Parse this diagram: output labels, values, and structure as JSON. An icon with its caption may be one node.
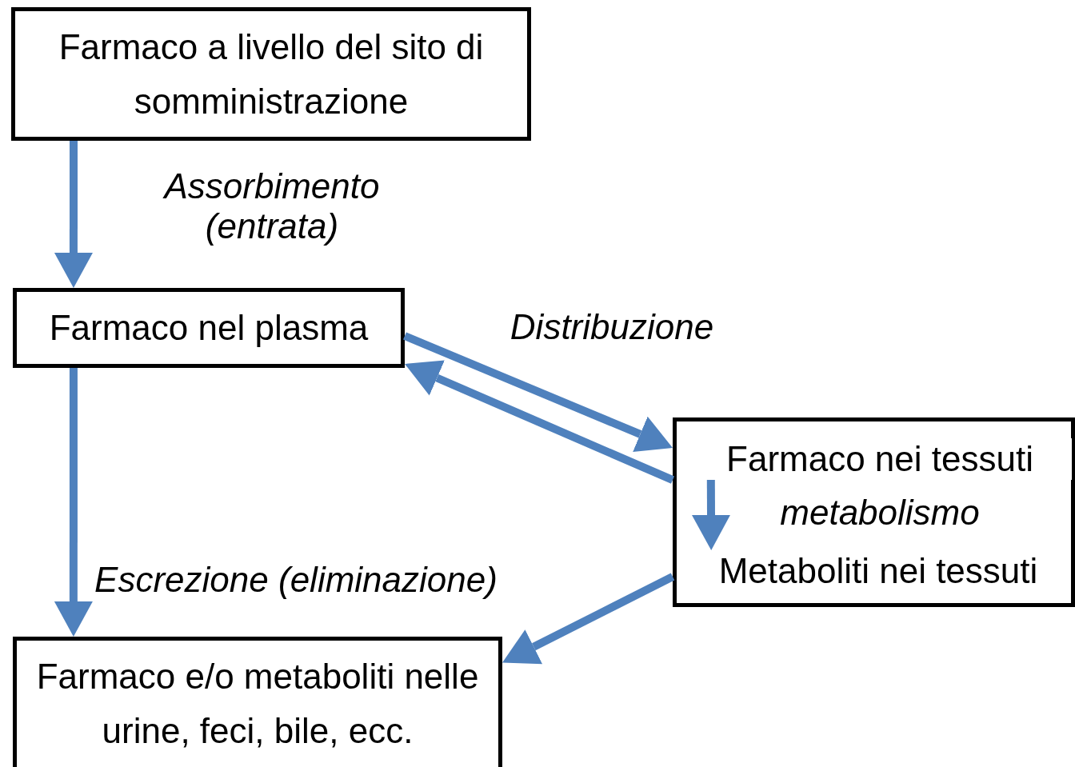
{
  "diagram": {
    "nodes": [
      {
        "text": [
          "Farmaco a livello del sito di somministrazione"
        ]
      },
      {
        "text": [
          "Farmaco nel plasma"
        ]
      },
      {
        "text": [],
        "shape": "box"
      },
      {
        "text": [
          "Farmaco nei tessuti"
        ],
        "in": 2
      },
      {
        "text": [
          "Metaboliti nei tessuti"
        ],
        "in": 2
      },
      {
        "text": [
          "Farmaco e/o metaboliti nelle urine, feci, bile, ecc."
        ]
      }
    ],
    "edges": [
      {
        "from": 0,
        "to": 1,
        "arrow": "to",
        "label": "Assorbimento (entrata)"
      },
      {
        "from": 1,
        "to": 2,
        "arrow": "to",
        "label": "Distribuzione"
      },
      {
        "from": 2,
        "to": 1,
        "arrow": "to"
      },
      {
        "from": 3,
        "to": 4,
        "arrow": "to",
        "label": "metabolismo"
      },
      {
        "from": 1,
        "to": 5,
        "arrow": "to",
        "label": "Escrezione (eliminazione)"
      },
      {
        "from": 2,
        "to": 5,
        "arrow": "to"
      }
    ]
  }
}
